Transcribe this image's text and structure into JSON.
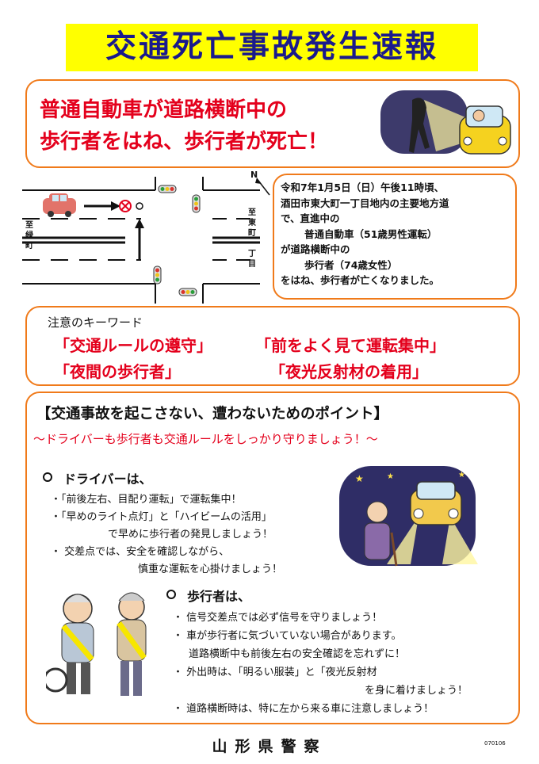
{
  "title": "交通死亡事故発生速報",
  "headline": {
    "line1": "普通自動車が道路横断中の",
    "line2": "歩行者をはね、歩行者が死亡！"
  },
  "map": {
    "left_label": "至 緑町",
    "right_label": "至 東町一丁目",
    "north": "N"
  },
  "report": {
    "lines": [
      "令和7年1月5日（日）午後11時頃、",
      "酒田市東大町一丁目地内の主要地方道",
      "で、直進中の",
      "普通自動車（51歳男性運転）",
      "が道路横断中の",
      "歩行者（74歳女性）",
      "をはね、歩行者が亡くなりました。"
    ]
  },
  "keywords": {
    "heading": "注意のキーワード",
    "k1": "「交通ルールの遵守」",
    "k2": "「前をよく見て運転集中」",
    "k3": "「夜間の歩行者」",
    "k4": "「夜光反射材の着用」"
  },
  "points": {
    "heading": "【交通事故を起こさない、遭わないためのポイント】",
    "subtitle": "～ドライバーも歩行者も交通ルールをしっかり守りましょう！～",
    "driver": {
      "title": "ドライバーは、",
      "items": [
        "・「前後左右、目配り運転」で運転集中！",
        "・「早めのライト点灯」と「ハイビームの活用」",
        "で早めに歩行者の発見しましょう！",
        "・ 交差点では、安全を確認しながら、",
        "慎重な運転を心掛けましょう！"
      ]
    },
    "pedestrian": {
      "title": "歩行者は、",
      "items": [
        "・ 信号交差点では必ず信号を守りましょう！",
        "・ 車が歩行者に気づいていない場合があります。",
        "道路横断中も前後左右の安全確認を忘れずに！",
        "・ 外出時は、「明るい服装」と「夜光反射材",
        "を身に着けましょう！",
        "・ 道路横断時は、特に左から来る車に注意しましょう！"
      ]
    }
  },
  "footer": "山形県警察",
  "code": "070106",
  "colors": {
    "accent_orange": "#f07a1a",
    "red": "#e4001c",
    "title_bg": "#ffff00",
    "title_text": "#1a1a8c"
  }
}
